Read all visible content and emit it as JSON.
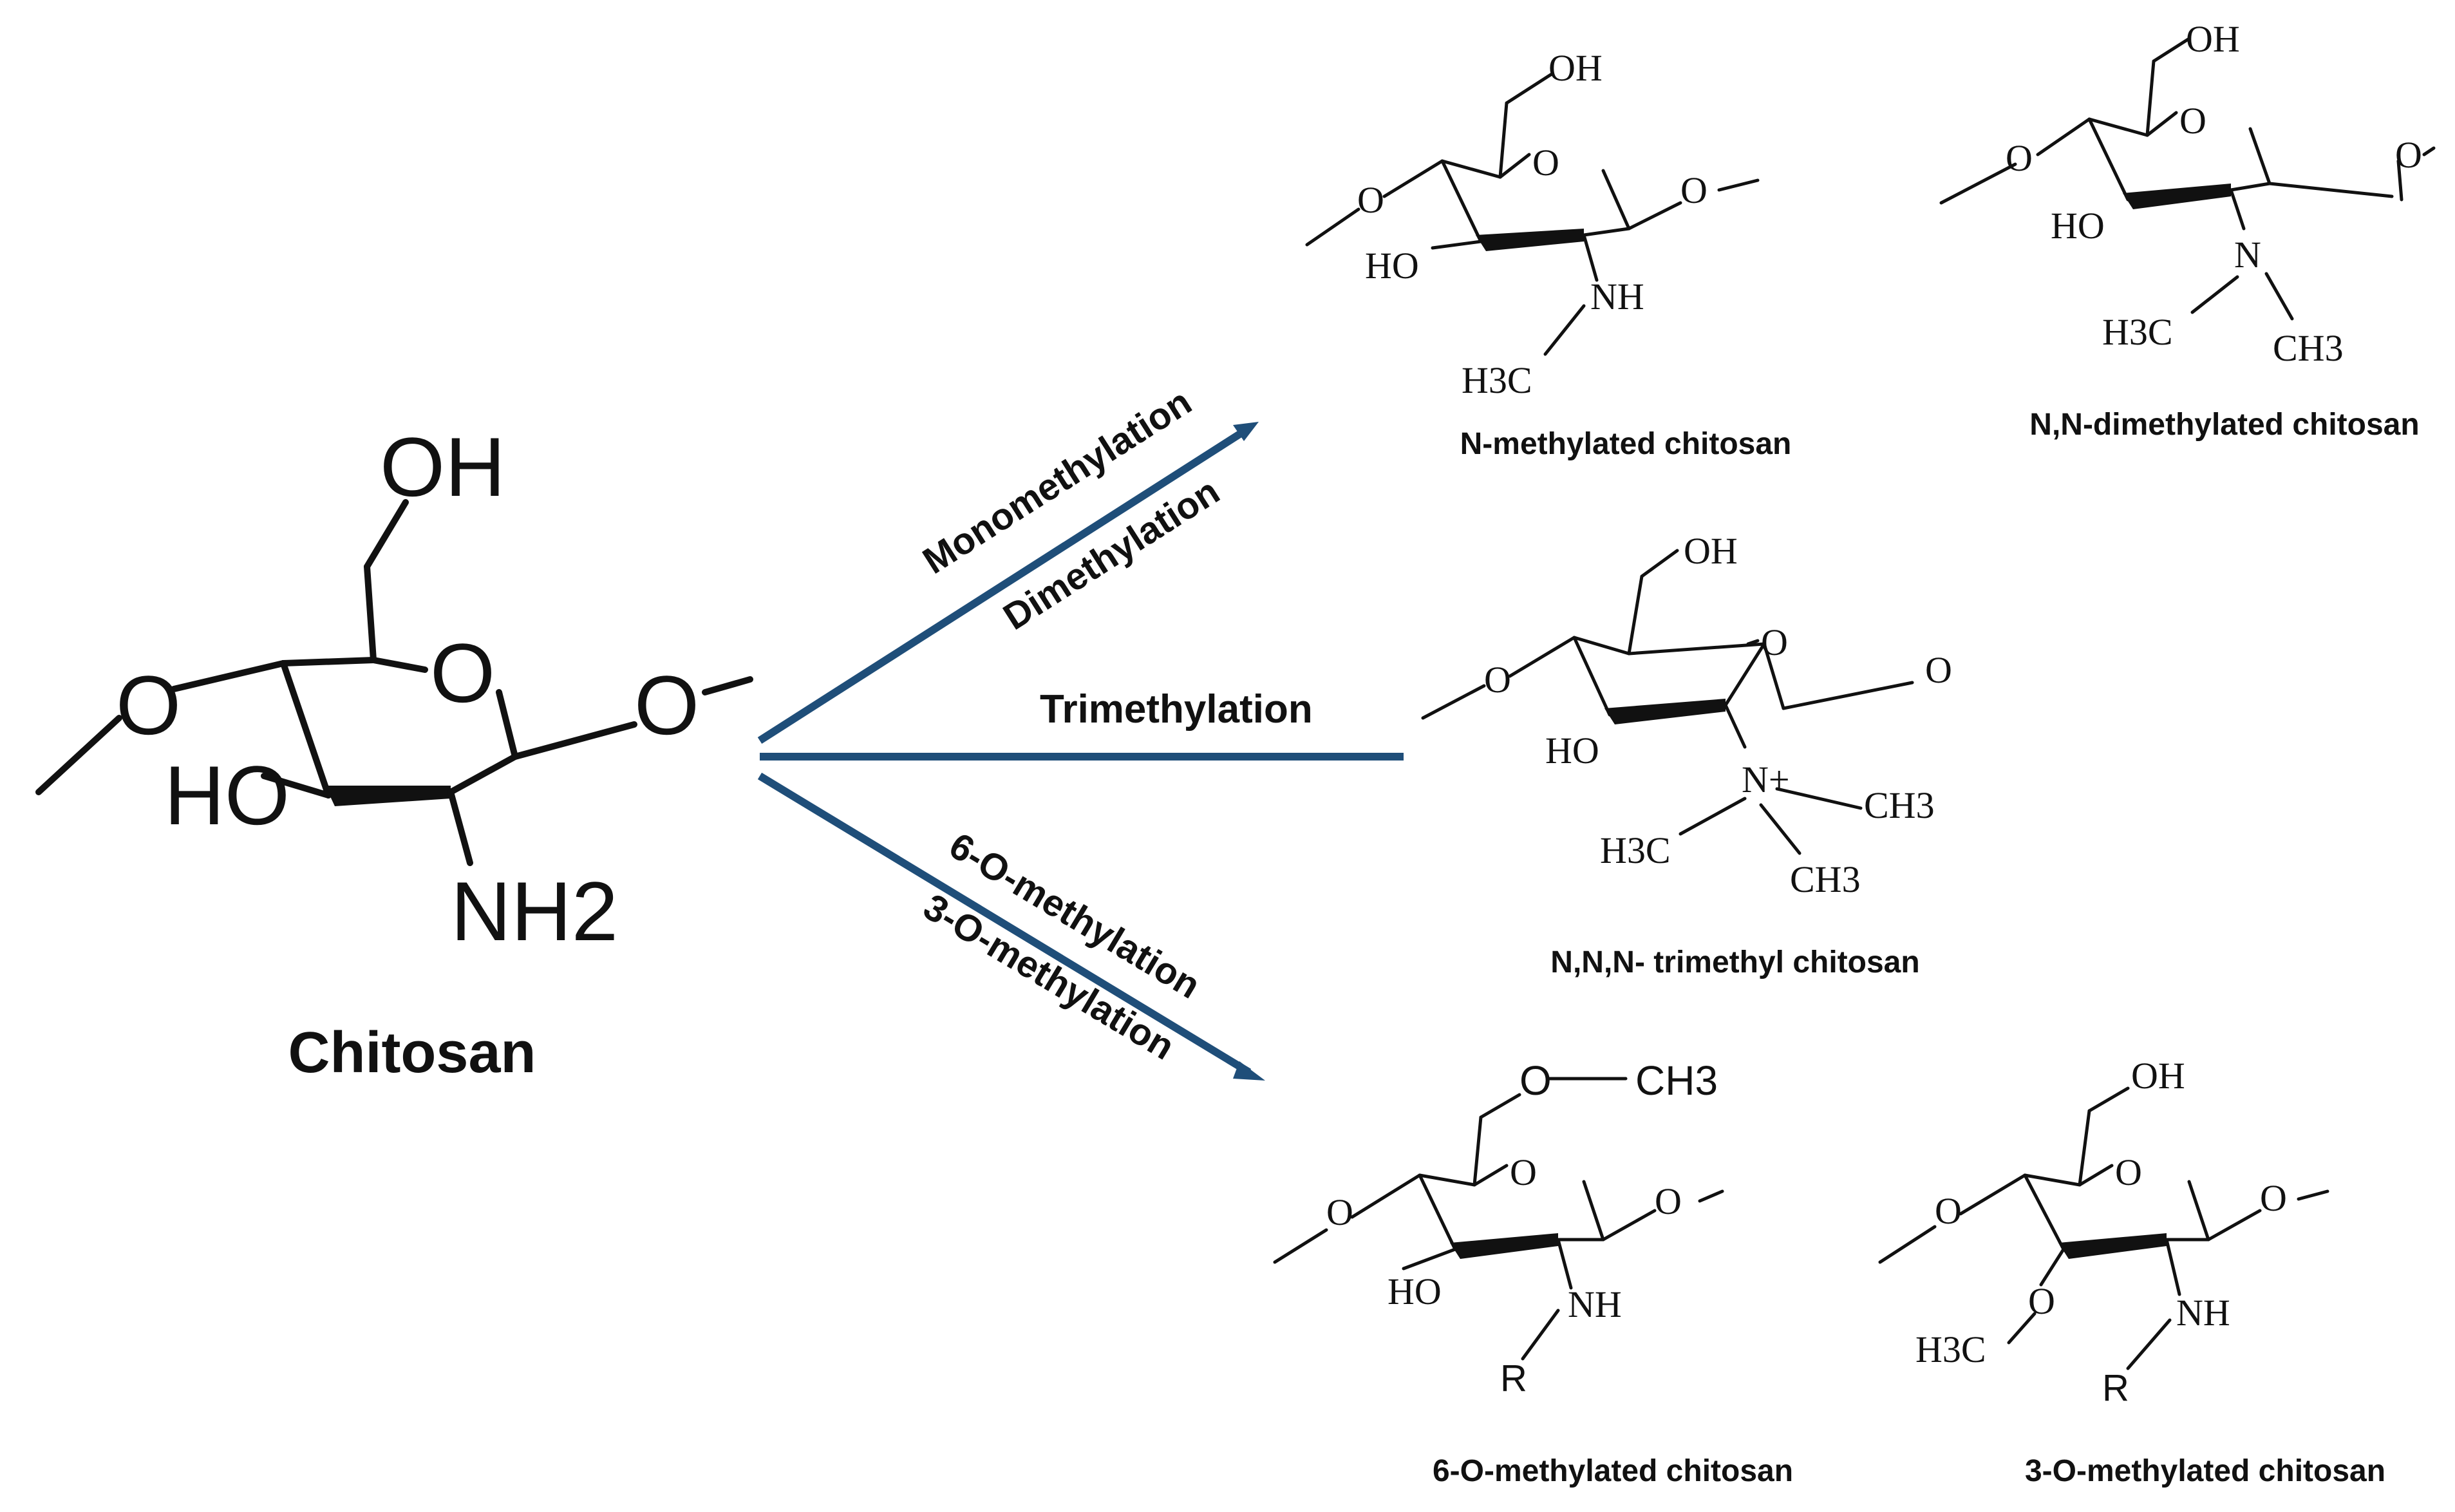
{
  "main_compound": {
    "name": "Chitosan",
    "atoms": {
      "oh_top": "OH",
      "ring_o": "O",
      "left_o": "O",
      "right_o": "O",
      "ho": "HO",
      "nh2": "NH2"
    }
  },
  "pathways": [
    {
      "id": "upper",
      "labels": [
        "Monomethylation",
        "Dimethylation"
      ]
    },
    {
      "id": "middle",
      "labels": [
        "Trimethylation"
      ]
    },
    {
      "id": "lower",
      "labels": [
        "6-O-methylation",
        "3-O-methylation"
      ]
    }
  ],
  "products": [
    {
      "id": "n-methyl",
      "name": "N-methylated chitosan",
      "atoms": {
        "oh": "OH",
        "ring_o": "O",
        "left_o": "O",
        "right_o": "O",
        "ho": "HO",
        "n": "NH",
        "sub": "H3C"
      }
    },
    {
      "id": "nn-dimethyl",
      "name": "N,N-dimethylated chitosan",
      "atoms": {
        "oh": "OH",
        "ring_o": "O",
        "left_o": "O",
        "right_o": "O",
        "ho": "HO",
        "n": "N",
        "sub1": "H3C",
        "sub2": "CH3"
      }
    },
    {
      "id": "nnn-trimethyl",
      "name": "N,N,N- trimethyl chitosan",
      "atoms": {
        "oh": "OH",
        "ring_o": "O",
        "left_o": "O",
        "right_o": "O",
        "ho": "HO",
        "n": "N+",
        "sub1": "CH3",
        "sub2": "H3C",
        "sub3": "CH3"
      }
    },
    {
      "id": "6-o-methyl",
      "name": "6-O-methylated chitosan",
      "atoms": {
        "top_o": "O",
        "top_ch3": "CH3",
        "ring_o": "O",
        "left_o": "O",
        "right_o": "O",
        "ho": "HO",
        "n": "NH",
        "r": "R"
      }
    },
    {
      "id": "3-o-methyl",
      "name": "3-O-methylated chitosan",
      "atoms": {
        "oh": "OH",
        "ring_o": "O",
        "left_o": "O",
        "right_o": "O",
        "o3": "O",
        "h3c": "H3C",
        "n": "NH",
        "r": "R"
      }
    }
  ]
}
